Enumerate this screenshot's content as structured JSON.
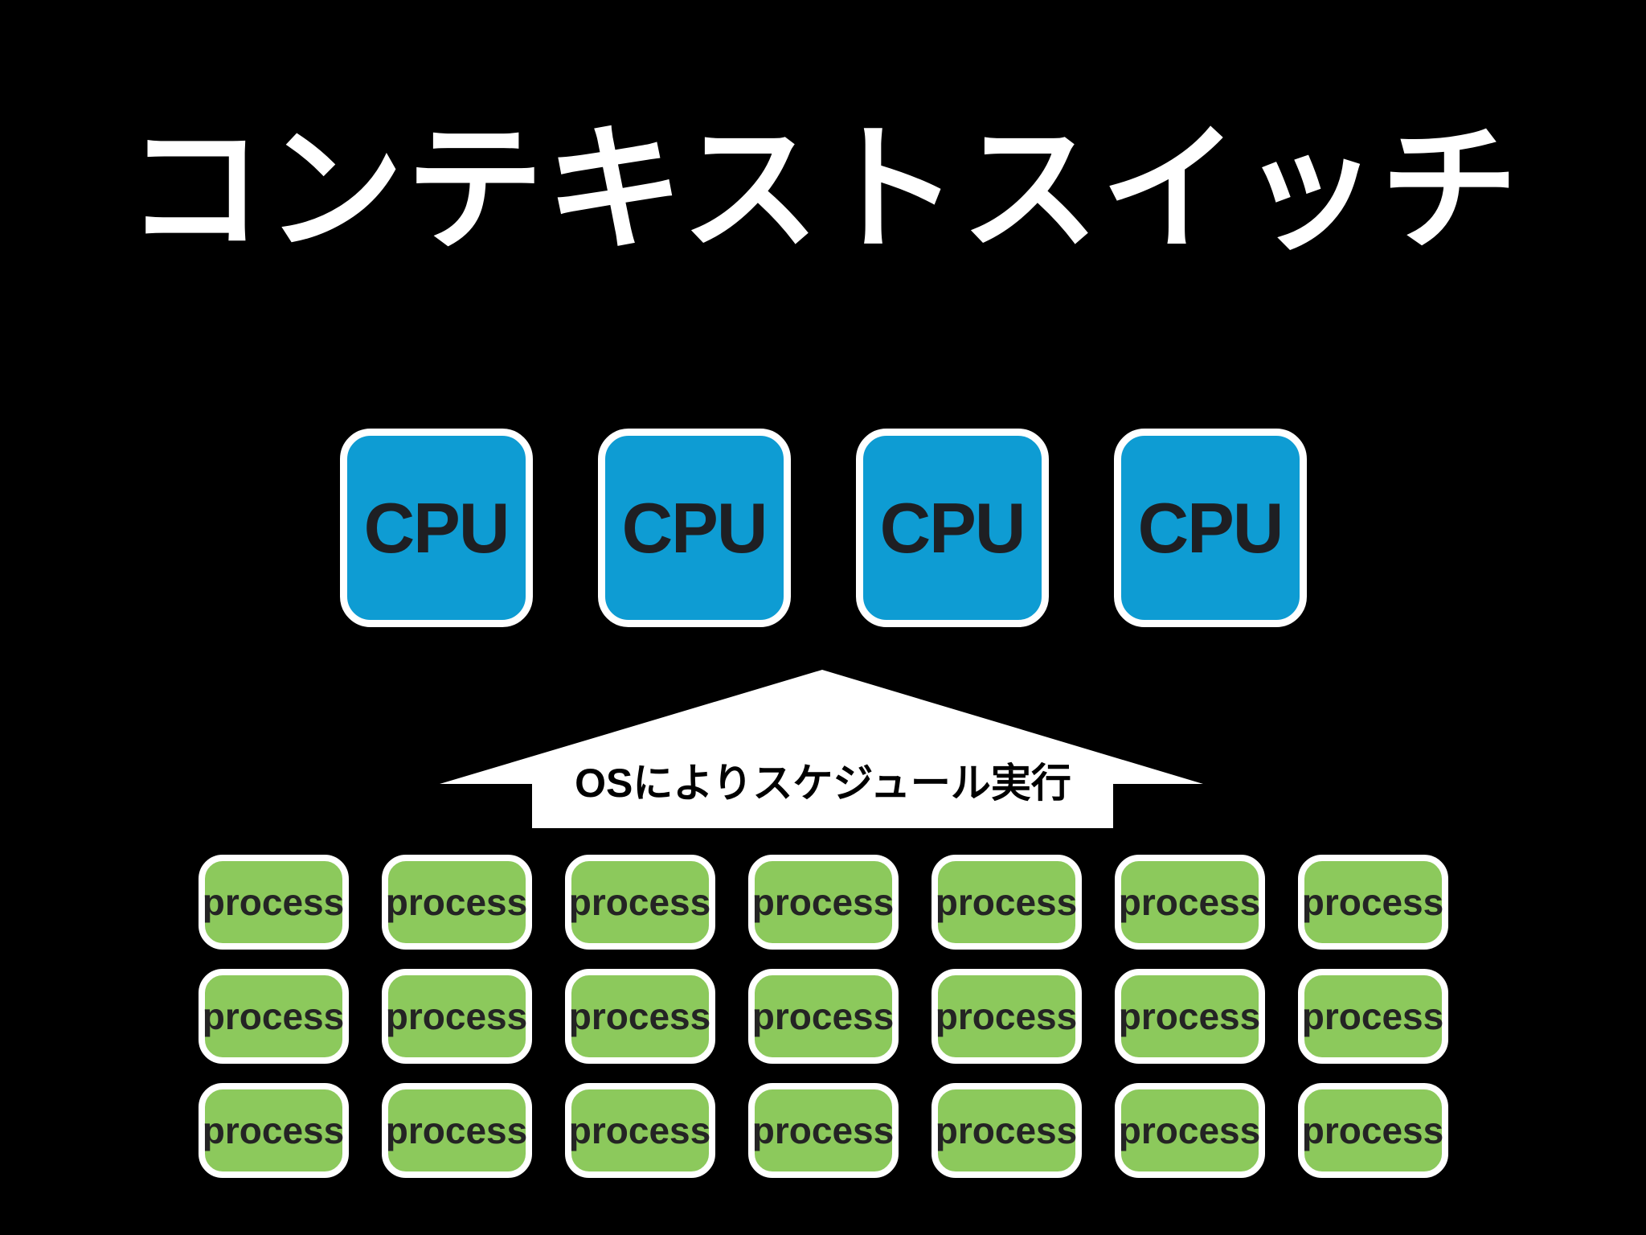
{
  "slide": {
    "title": "コンテキストスイッチ"
  },
  "cpu_row": {
    "labels": [
      "CPU",
      "CPU",
      "CPU",
      "CPU"
    ]
  },
  "arrow": {
    "label": "OSによりスケジュール実行"
  },
  "process_grid": {
    "rows": 3,
    "columns": 7,
    "cell_label": "process"
  },
  "colors": {
    "background": "#000000",
    "title_text": "#FFFFFF",
    "cpu_fill": "#0E9CD3",
    "cpu_text": "#1E1F23",
    "arrow_fill": "#FFFFFF",
    "arrow_text": "#000000",
    "process_fill": "#8CC95C",
    "process_text": "#242424",
    "box_border": "#FFFFFF"
  }
}
